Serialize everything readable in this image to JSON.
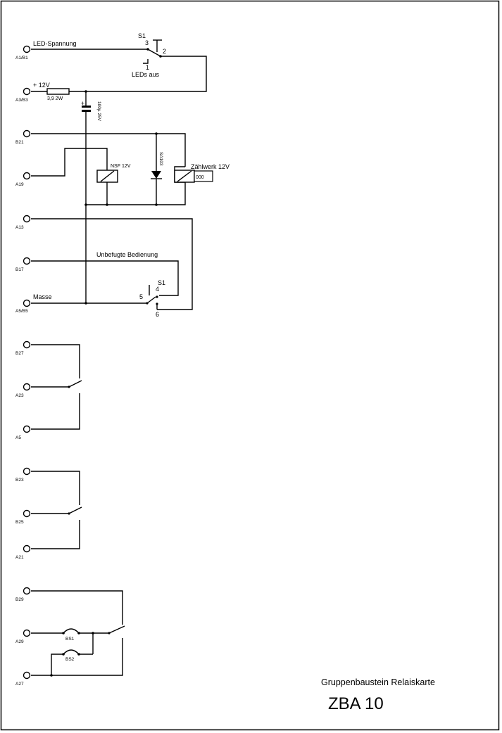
{
  "terminals": {
    "a1b1": "A1/B1",
    "a3b3": "A3/B3",
    "b21": "B21",
    "a19": "A19",
    "a13": "A13",
    "b17": "B17",
    "a5b5": "A5/B5",
    "b27": "B27",
    "a23": "A23",
    "a5": "A5",
    "b23": "B23",
    "b25": "B25",
    "a21": "A21",
    "b29": "B29",
    "a29": "A29",
    "a27": "A27"
  },
  "labels": {
    "led_spannung": "LED-Spannung",
    "plus12": "+ 12V",
    "resistor": "3,9  2W",
    "capacitor": "100µ 25V",
    "diode": "SA103",
    "relay_nsf": "NSF 12V",
    "counter": "Zählwerk 12V",
    "counter_digits": "000",
    "unbefugt": "Unbefugte Bedienung",
    "masse": "Masse",
    "leds_aus": "LEDs aus",
    "s1_top": "S1",
    "s1_pin3": "3",
    "s1_pin2": "2",
    "s1_pin1": "1",
    "s1_bottom": "S1",
    "s1_pin4": "4",
    "s1_pin5": "5",
    "s1_pin6": "6",
    "bs1": "BS1",
    "bs2": "BS2",
    "cap_plus": "+"
  },
  "title_block": {
    "subtitle": "Gruppenbaustein Relaiskarte",
    "title": "ZBA 10"
  }
}
